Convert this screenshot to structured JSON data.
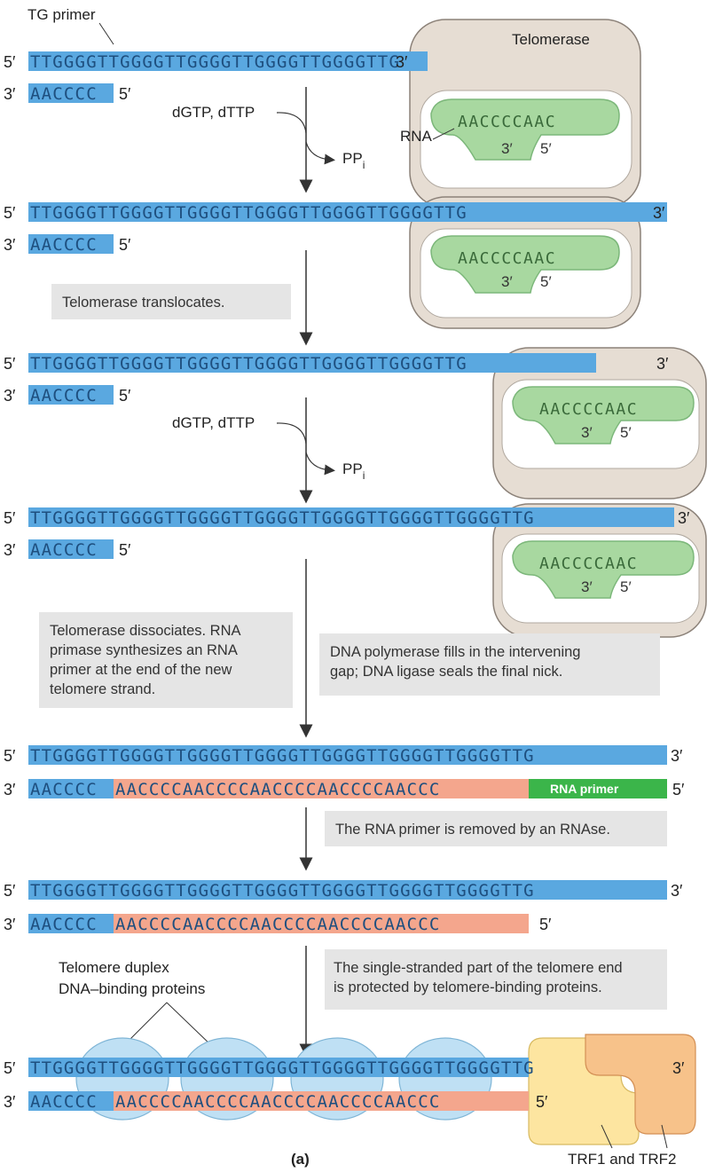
{
  "colors": {
    "blue_strand": "#5aa8e0",
    "salmon_strand": "#f4a68d",
    "rna_primer": "#3bb54a",
    "telomerase_body": "#e6ddd3",
    "rna_ring": "#a8d8a0",
    "note_box": "#e5e5e5",
    "duplex_protein": "#bfe0f4",
    "trf1": "#fde5a0",
    "trf2": "#f7c28a"
  },
  "labels": {
    "tg_primer": "TG primer",
    "telomerase": "Telomerase",
    "rna": "RNA",
    "dntps": "dGTP, dTTP",
    "ppi": "PP",
    "ppi_sub": "i",
    "duplex_proteins_1": "Telomere duplex",
    "duplex_proteins_2": "DNA–binding proteins",
    "trf": "TRF1 and TRF2",
    "rna_primer": "RNA primer",
    "figure": "(a)"
  },
  "ends": {
    "five": "5′",
    "three": "3′"
  },
  "telomerase_rna": {
    "seq": "AACCCCAAC",
    "end3": "3′",
    "end5": "5′"
  },
  "notes": {
    "translocates": "Telomerase translocates.",
    "dissociates": [
      "Telomerase dissociates. RNA",
      "primase synthesizes an RNA",
      "primer at the end of the new",
      "telomere strand."
    ],
    "polymerase": [
      "DNA polymerase fills in the intervening",
      "gap; DNA ligase seals the final nick."
    ],
    "rnase": "The RNA primer is removed by an RNAse.",
    "protected": [
      "The single-stranded part of the telomere end",
      "is protected by telomere-binding proteins."
    ]
  },
  "sequences": {
    "top_1": "TTGGGGTTGGGGTTGGGGTTGGGGTTGGGGTTG",
    "top_2": "TTGGGGTTGGGGTTGGGGTTGGGGTTGGGGTTGGGGTTG",
    "top_3": "TTGGGGTTGGGGTTGGGGTTGGGGTTGGGGTTGGGGTTG",
    "top_4": "TTGGGGTTGGGGTTGGGGTTGGGGTTGGGGTTGGGGTTGGGGTTG",
    "top_full": "TTGGGGTTGGGGTTGGGGTTGGGGTTGGGGTTGGGGTTGGGGTTG",
    "bottom_short": "AACCCC",
    "bottom_new": "AACCCCAACCCCAACCCCAACCCCAACCC"
  }
}
